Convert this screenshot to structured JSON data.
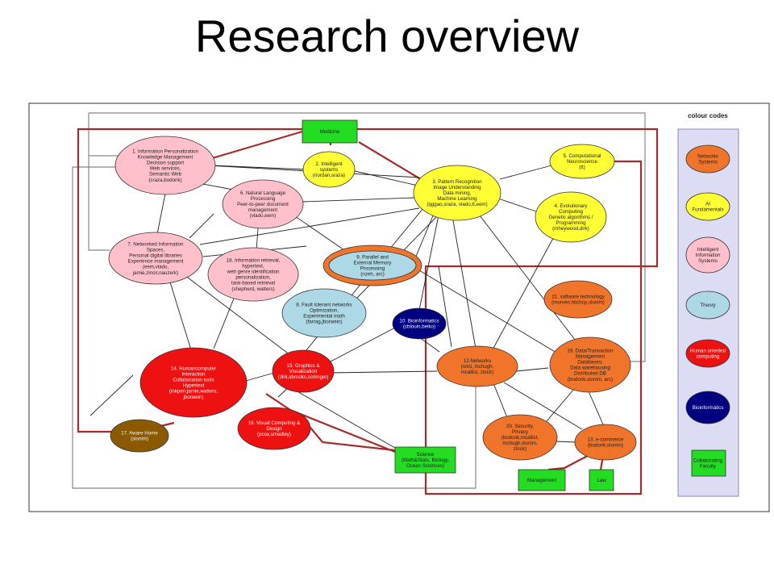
{
  "title": "Research overview",
  "legend": {
    "title": "colour codes",
    "items": [
      {
        "label": "Networks\nSystems",
        "color": "#f0742a",
        "text_color": "#222"
      },
      {
        "label": "AI\nFundamentals",
        "color": "#ffff33",
        "text_color": "#222"
      },
      {
        "label": "Intelligent\nInformation\nSystems",
        "color": "#ffc0cb",
        "text_color": "#222"
      },
      {
        "label": "Theory",
        "color": "#add8e6",
        "text_color": "#222"
      },
      {
        "label": "Human oriented\ncomputing",
        "color": "#ee1111",
        "text_color": "#f4f4f4"
      },
      {
        "label": "Bioinformatics",
        "color": "#000080",
        "text_color": "#f4f4f4"
      },
      {
        "label": "Collaborating\nFaculty",
        "color": "#22dd22",
        "text_color": "#222"
      }
    ]
  },
  "nodes": [
    {
      "id": "n1",
      "label": "1. Information Personalization\nKnowledge Management\nDecision support\nWeb services,\nSemantic Web\n(sraza,bodorik)",
      "color": "#ffc0cb"
    },
    {
      "id": "n2",
      "label": "2. Intelligent\nsystems\n(riordan,sraza)",
      "color": "#ffff33"
    },
    {
      "id": "n3",
      "label": "3. Pattern Recognition\nImage Understanding\nData mining,\nMachine Learning\n(qggao,sraza, vlado,tt,eem)",
      "color": "#ffff33"
    },
    {
      "id": "n4",
      "label": "4. Evolutionary\nComputing\nGenetic algorithms /\nProgramming\n(mheywood,dirk)",
      "color": "#ffff33"
    },
    {
      "id": "n5",
      "label": "5. Computational\nNeuroscience\n(tt)",
      "color": "#ffff33"
    },
    {
      "id": "n6",
      "label": "6. Natural Language\nProcessing\nPeer-to-peer document\nmanagement\n(vlado,eem)",
      "color": "#ffc0cb"
    },
    {
      "id": "n7",
      "label": "7. Networked Information\nSpaces,\nPersonal digital libraries\nExperience management\n(eem,vlado,\njamie,zincir,nauzerk)",
      "color": "#ffc0cb"
    },
    {
      "id": "n8",
      "label": "8. Fault tolerant networks\nOptimization,\nExperimental math\n(farrag,jborwein)",
      "color": "#add8e6"
    },
    {
      "id": "n9",
      "label": "9. Parallel and\nExternal Memory\nProcessing\n(nzeh, arc)",
      "color": "#add8e6"
    },
    {
      "id": "n10",
      "label": "10. Bioinformatics\n(cblouin,beiko)",
      "color": "#000080"
    },
    {
      "id": "n12",
      "label": "12.Networks\n(srini, mchugh,\nmcallist, zincir)",
      "color": "#f0742a"
    },
    {
      "id": "n13",
      "label": "13. e-commerce\n(bodorik,slonim)",
      "color": "#f0742a"
    },
    {
      "id": "n14",
      "label": "14. Humancomputer\nInteraction\nCollaboration tools\nHypertext\n(inkpen,jamie,watters,\njborwein)",
      "color": "#ee1111"
    },
    {
      "id": "n15",
      "label": "15. Graphics &\nVisualization\n(dirk,sbrooks,scrimger)",
      "color": "#ee1111"
    },
    {
      "id": "n16",
      "label": "16. Visual Computing &\nDesign\n(pcox,smedley)",
      "color": "#ee1111"
    },
    {
      "id": "n17",
      "label": "17. Aware Home\n(slonim)",
      "color": "#8b5a00"
    },
    {
      "id": "n18",
      "label": "18. Information retrieval,\nhypertext,\nweb genre identification\npersonalization,\ntask-based retrieval\n(shepherd, watters)",
      "color": "#ffc0cb"
    },
    {
      "id": "n19",
      "label": "19. Data/Transaction\nManagement\nDatabases,\nData warehousing\nDistributed DB\n(bodorik,slonim, arc)",
      "color": "#f0742a"
    },
    {
      "id": "n20",
      "label": "20. Security,\nPrivacy\n(bodorik,mcallist,\nmchugh,slonim,\nzincir)",
      "color": "#f0742a"
    },
    {
      "id": "n21",
      "label": "21. software technology\n(morven,hitchcp,slonim)",
      "color": "#f0742a"
    },
    {
      "id": "medicine",
      "label": "Medicine",
      "color": "#22dd22"
    },
    {
      "id": "science",
      "label": "Science\n(Math&Stats, Biology,\nOcean Sciences)",
      "color": "#22dd22"
    },
    {
      "id": "management",
      "label": "Management",
      "color": "#22dd22"
    },
    {
      "id": "law",
      "label": "Law",
      "color": "#22dd22"
    }
  ],
  "colors": {
    "line": "#222222",
    "red_line": "#a52a2a",
    "grey_line": "#888888",
    "legend_bg": "#dcdcf5",
    "outline": "#333333"
  }
}
